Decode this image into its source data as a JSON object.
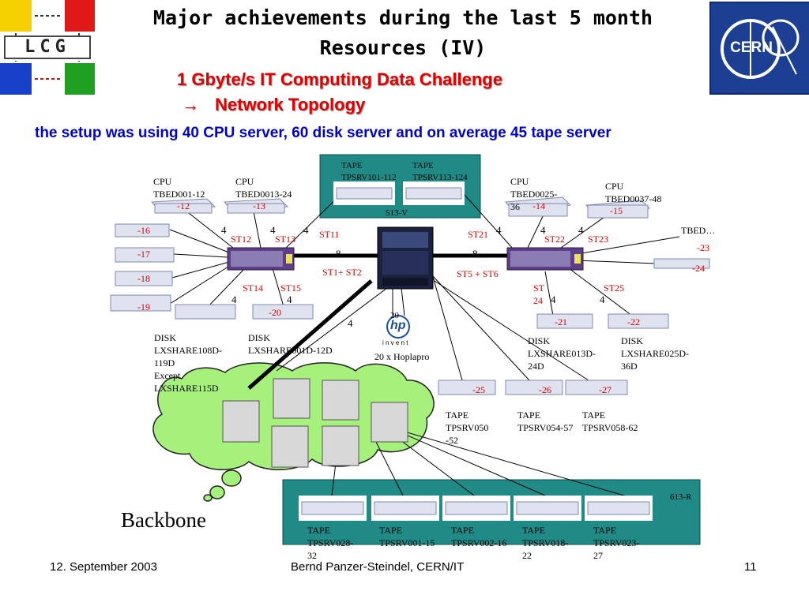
{
  "header": {
    "title_line1": "Major achievements during the last 5 month",
    "title_line2": "Resources (IV)",
    "subtitle1": "1 Gbyte/s  IT Computing Data Challenge",
    "subtitle2": "Network Topology",
    "arrow": "→",
    "setup": "the setup was using 40 CPU server, 60 disk server and on average 45 tape server"
  },
  "logos": {
    "lcg_text": "LCG",
    "cern_text": "CERN"
  },
  "groups": {
    "cpu1": "CPU\nTBED001-12",
    "cpu2": "CPU\nTBED0013-24",
    "cpu3": "CPU\nTBED0025-\n36",
    "cpu4": "CPU\nTBED0037-48",
    "tbed": "TBED…",
    "disk1": "DISK\nLXSHARE108D-\n119D\nExcept\nLXSHARE115D",
    "disk2": "DISK\nLXSHARE001D-12D",
    "disk3": "DISK\nLXSHARE013D-\n24D",
    "disk4": "DISK\nLXSHARE025D-\n36D",
    "tape_top1": "TAPE\nTPSRV101-112",
    "tape_top2": "TAPE\nTPSRV113-124",
    "room_513": "513-V",
    "tape_mid1": "TAPE\nTPSRV050\n-52",
    "tape_mid2": "TAPE\nTPSRV054-57",
    "tape_mid3": "TAPE\nTPSRV058-62",
    "room_613": "613-R",
    "tape_b1": "TAPE\nTPSRV028-\n32",
    "tape_b2": "TAPE\nTPSRV001-15",
    "tape_b3": "TAPE\nTPSRV002-16",
    "tape_b4": "TAPE\nTPSRV018-\n22",
    "tape_b5": "TAPE\nTPSRV023-\n27",
    "hp_count": "20 x Hoplapro",
    "hp_brand": "hp",
    "hp_invent": "i n v e n t",
    "backbone": "Backbone"
  },
  "device_labels": {
    "d12": "-12",
    "d13": "-13",
    "d14": "-14",
    "d15": "-15",
    "d16": "-16",
    "d17": "-17",
    "d18": "-18",
    "d19": "-19",
    "d20": "-20",
    "d21": "-21",
    "d22": "-22",
    "d23": "-23",
    "d24": "-24",
    "d25": "-25",
    "d26": "-26",
    "d27": "-27"
  },
  "ports": {
    "st11": "ST11",
    "st12": "ST12",
    "st13": "ST13",
    "st14": "ST14",
    "st15": "ST15",
    "st21": "ST21",
    "st22": "ST22",
    "st23": "ST23",
    "st24a": "ST",
    "st24b": "24",
    "st25": "ST25",
    "st1_st2": "ST1+ ST2",
    "st5_st6": "ST5 + ST6"
  },
  "link_counts": {
    "l1": "4",
    "l2": "4",
    "l3": "4",
    "l4": "4",
    "l5": "4",
    "l6": "4",
    "l7": "4",
    "l8": "4",
    "l9": "4",
    "l10": "4",
    "l11": "4",
    "l12": "8",
    "l13": "8",
    "l14": "20"
  },
  "footer": {
    "date": "12. September 2003",
    "author": "Bernd Panzer-Steindel, CERN/IT",
    "page": "11"
  }
}
